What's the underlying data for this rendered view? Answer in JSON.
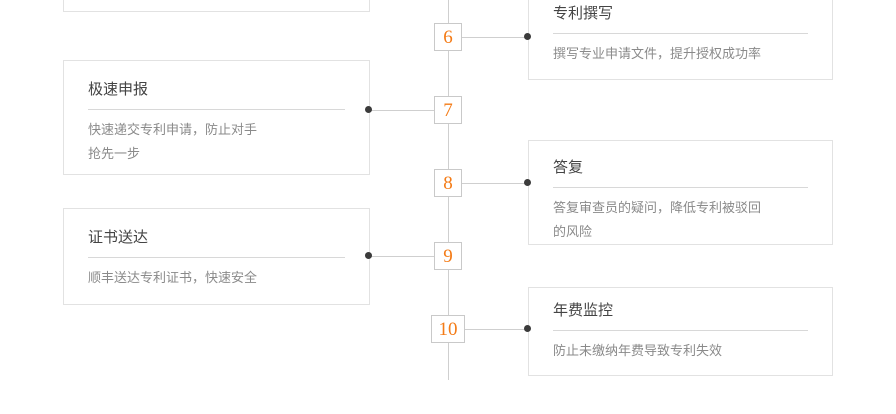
{
  "theme": {
    "accent": "#f47b16",
    "line": "#cfcfcf",
    "card_border": "#e2e2e2",
    "title_color": "#444444",
    "desc_color": "#8a8a8a",
    "dot_color": "#3b3b3b",
    "background": "#ffffff"
  },
  "timeline": {
    "steps": [
      {
        "number": "6",
        "side": "right"
      },
      {
        "number": "7",
        "side": "left"
      },
      {
        "number": "8",
        "side": "right"
      },
      {
        "number": "9",
        "side": "left"
      },
      {
        "number": "10",
        "side": "right"
      }
    ]
  },
  "cards": {
    "partial_top": {
      "title": "",
      "lines": []
    },
    "step6": {
      "title": "专利撰写",
      "lines": [
        "撰写专业申请文件，提升授权成功率"
      ]
    },
    "step7": {
      "title": "极速申报",
      "lines": [
        "快速递交专利申请，防止对手",
        "抢先一步"
      ]
    },
    "step8": {
      "title": "答复",
      "lines": [
        "答复审查员的疑问，降低专利被驳回",
        "的风险"
      ]
    },
    "step9": {
      "title": "证书送达",
      "lines": [
        "顺丰送达专利证书，快速安全"
      ]
    },
    "step10": {
      "title": "年费监控",
      "lines": [
        "防止未缴纳年费导致专利失效"
      ]
    }
  }
}
